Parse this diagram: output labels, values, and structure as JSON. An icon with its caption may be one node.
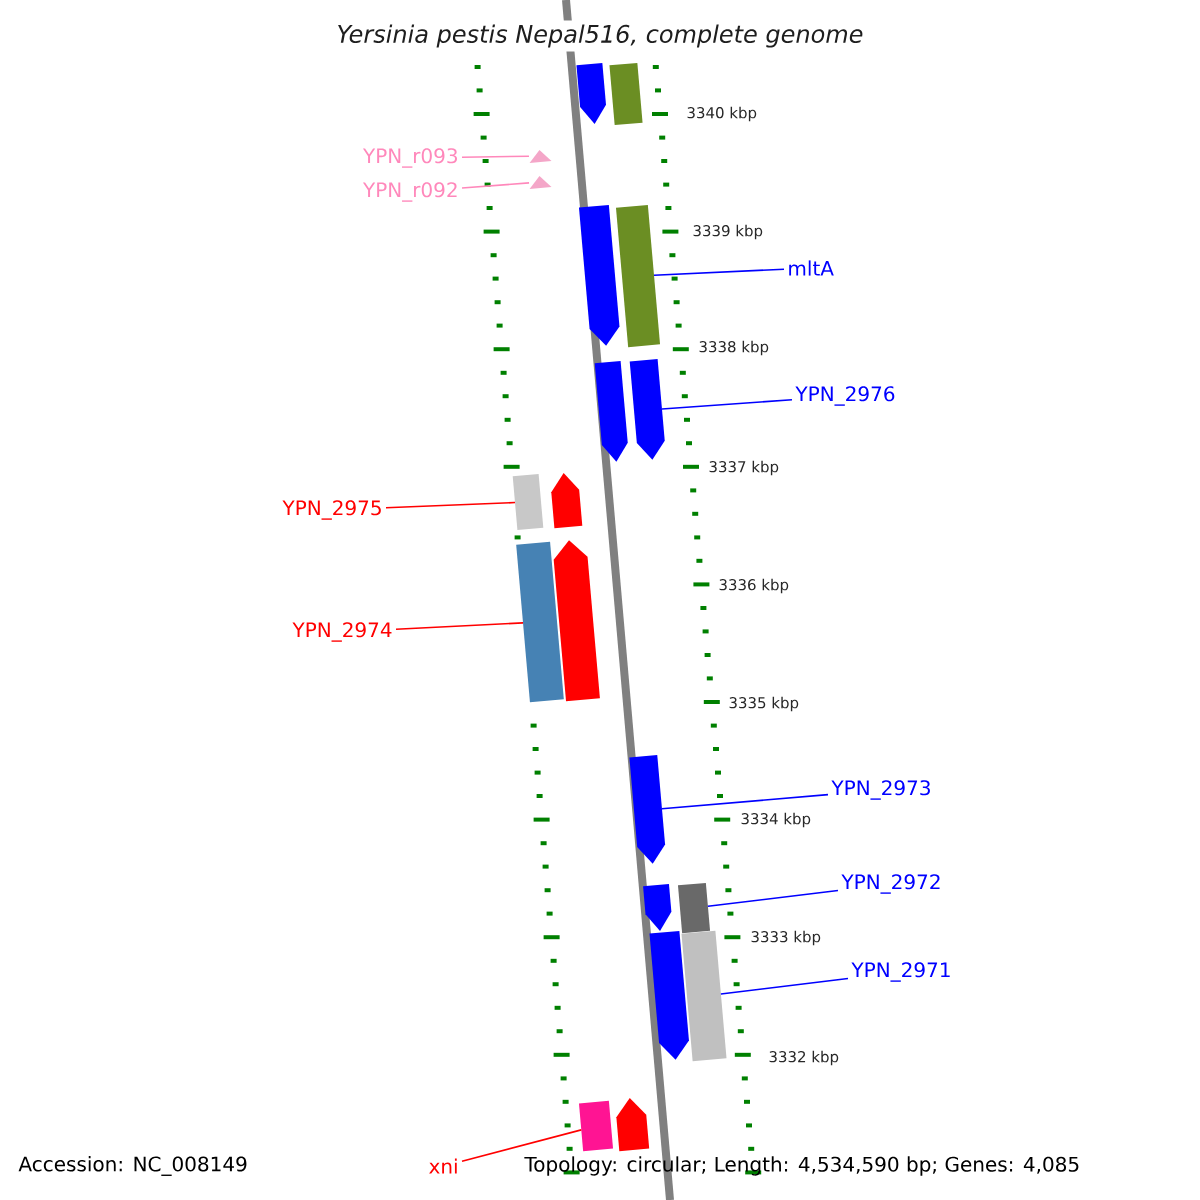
{
  "diagram": {
    "title": "Yersinia pestis Nepal516, complete genome",
    "nodes": [
      {
        "text": [],
        "shape": "arrow"
      },
      {
        "text": [],
        "shape": "box"
      },
      {
        "text": [],
        "shape": "triangle"
      },
      {
        "text": [],
        "shape": "triangle"
      },
      {
        "text": [],
        "shape": "arrow"
      },
      {
        "text": [],
        "shape": "box"
      },
      {
        "text": [],
        "shape": "arrow"
      },
      {
        "text": [],
        "shape": "arrow"
      },
      {
        "text": [],
        "shape": "box"
      },
      {
        "text": [],
        "shape": "arrow"
      },
      {
        "text": [],
        "shape": "box"
      },
      {
        "text": [],
        "shape": "arrow"
      },
      {
        "text": [],
        "shape": "arrow"
      },
      {
        "text": [],
        "shape": "arrow"
      },
      {
        "text": [],
        "shape": "box"
      },
      {
        "text": [],
        "shape": "arrow"
      },
      {
        "text": [],
        "shape": "box"
      },
      {
        "text": [],
        "shape": "box"
      },
      {
        "text": [],
        "shape": "arrow"
      },
      {
        "text": [
          "YPN_r093"
        ]
      },
      {
        "text": [
          "YPN_r092"
        ]
      },
      {
        "text": [
          "mltA"
        ]
      },
      {
        "text": [
          "YPN_2976"
        ]
      },
      {
        "text": [
          "YPN_2975"
        ]
      },
      {
        "text": [
          "YPN_2974"
        ]
      },
      {
        "text": [
          "YPN_2973"
        ]
      },
      {
        "text": [
          "YPN_2972"
        ]
      },
      {
        "text": [
          "YPN_2971"
        ]
      },
      {
        "text": [
          "xni"
        ]
      }
    ],
    "edges": [
      {
        "from": 19,
        "to": 2,
        "arrow": "none",
        "color": "#ff88bb"
      },
      {
        "from": 20,
        "to": 3,
        "arrow": "none",
        "color": "#ff88bb"
      },
      {
        "from": 21,
        "to": 5,
        "arrow": "none"
      },
      {
        "from": 22,
        "to": 7,
        "arrow": "none"
      },
      {
        "from": 23,
        "to": 8,
        "arrow": "none",
        "color": "#ff0000"
      },
      {
        "from": 24,
        "to": 10,
        "arrow": "none",
        "color": "#ff0000"
      },
      {
        "from": 25,
        "to": 12,
        "arrow": "none"
      },
      {
        "from": 26,
        "to": 14,
        "arrow": "none"
      },
      {
        "from": 27,
        "to": 16,
        "arrow": "none"
      },
      {
        "from": 28,
        "to": 17,
        "arrow": "none",
        "color": "#ff0000"
      }
    ],
    "labels": [
      "3340 kbp",
      "3339 kbp",
      "3338 kbp",
      "3337 kbp",
      "3336 kbp",
      "3335 kbp",
      "3334 kbp",
      "3333 kbp",
      "3332 kbp",
      "Accession: NC_008149",
      "Topology: circular; Length: 4,534,590 bp; Genes: 4,085"
    ]
  }
}
